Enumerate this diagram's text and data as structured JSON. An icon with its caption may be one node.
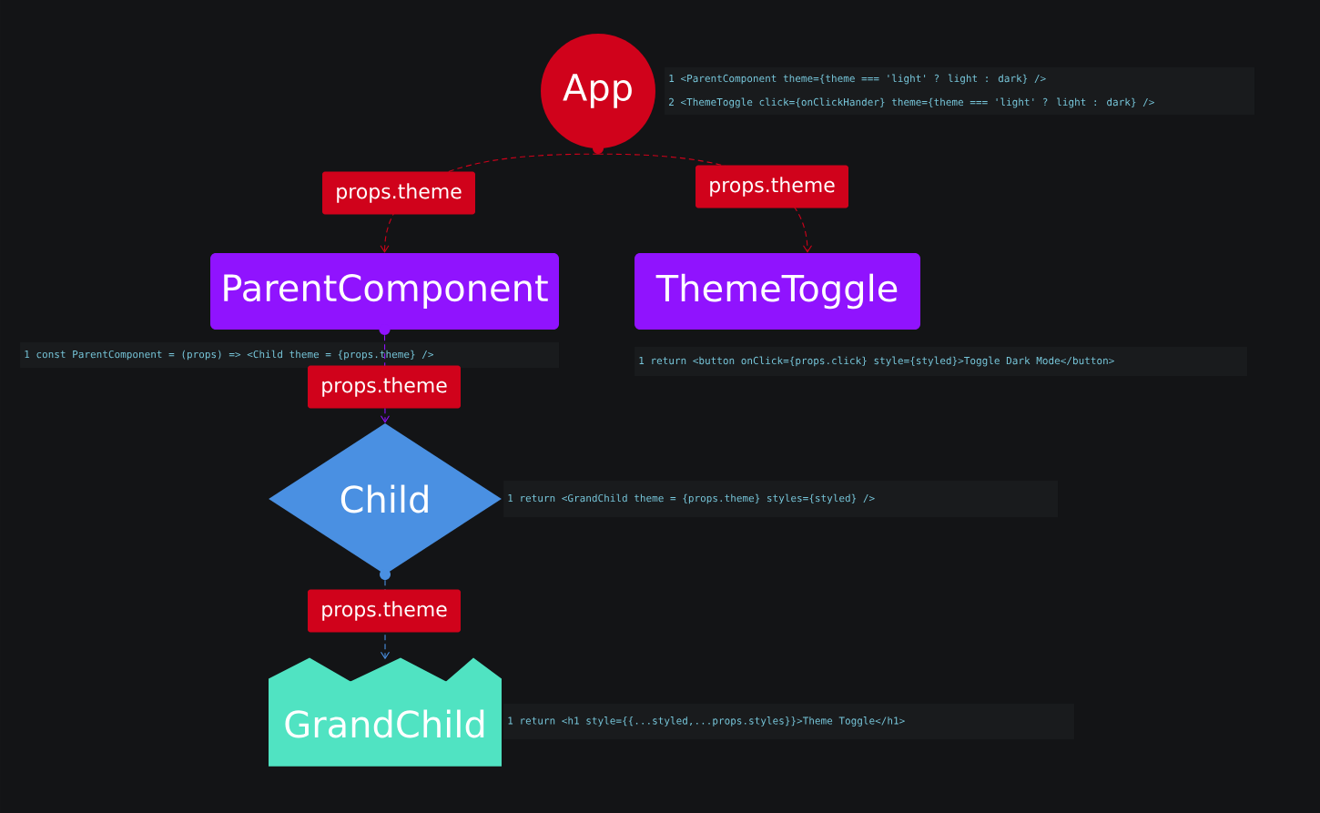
{
  "diagram": {
    "nodes": [
      {
        "text": [
          "App"
        ],
        "beside": [
          "1 <ParentComponent theme={theme === 'light' ? light : dark} />",
          "2 <ThemeToggle click={onClickHander} theme={theme === 'light' ? light : dark} />"
        ]
      },
      {
        "text": [
          "ParentComponent"
        ],
        "beside": [
          "1 const ParentComponent = (props) => <Child theme = {props.theme} />"
        ]
      },
      {
        "text": [
          "ThemeToggle"
        ],
        "beside": [
          "1 return <button onClick={props.click} style={styled}>Toggle Dark Mode</button>"
        ]
      },
      {
        "text": [
          "Child"
        ],
        "beside": [
          "1 return <GrandChild theme = {props.theme} styles={styled} />"
        ]
      },
      {
        "text": [
          "GrandChild"
        ],
        "beside": [
          "1 return <h1 style={{...styled,...props.styles}}>Theme Toggle</h1>"
        ]
      }
    ],
    "edges": [
      {
        "from": 0,
        "to": 1,
        "arrow": "to",
        "label": "props.theme",
        "style": "dashed",
        "color": "#d0021b"
      },
      {
        "from": 0,
        "to": 2,
        "arrow": "to",
        "label": "props.theme",
        "style": "dashed",
        "color": "#d0021b"
      },
      {
        "from": 1,
        "to": 3,
        "arrow": "to",
        "label": "props.theme",
        "style": "dashed",
        "color": "#9013fe"
      },
      {
        "from": 3,
        "to": 4,
        "arrow": "to",
        "label": "props.theme",
        "style": "dashed",
        "color": "#4a90e2"
      }
    ]
  }
}
